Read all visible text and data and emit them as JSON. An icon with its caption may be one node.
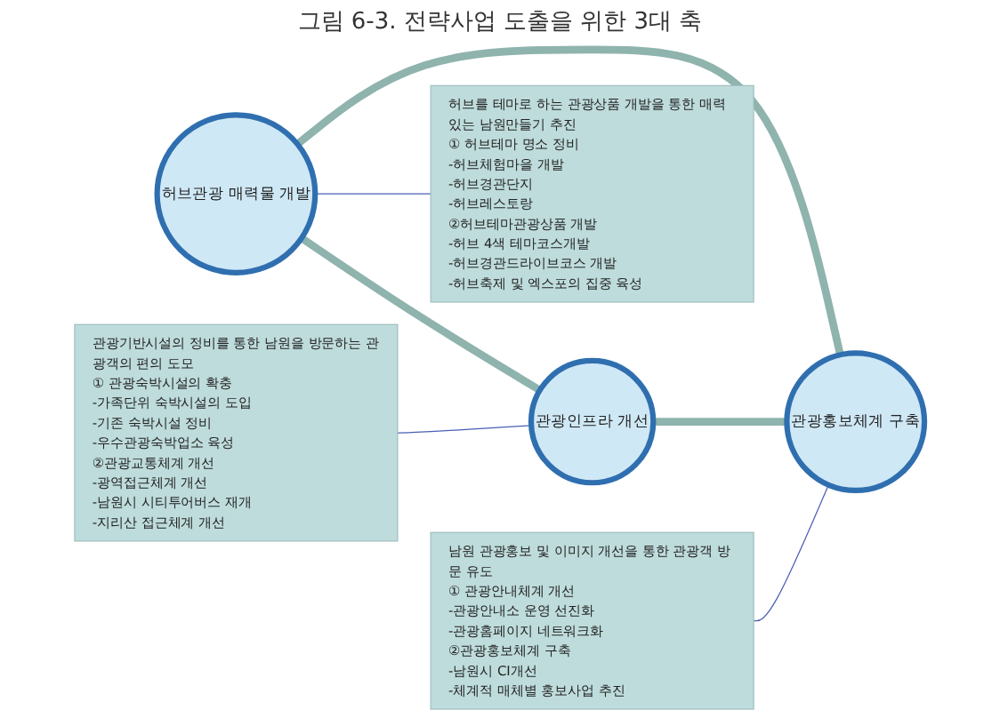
{
  "diagram": {
    "title": "그림 6-3. 전략사업 도출을 위한 3대 축",
    "nodes": [
      {
        "text": [
          "허브관광 매력물 개발"
        ]
      },
      {
        "text": [
          "관광인프라 개선"
        ]
      },
      {
        "text": [
          "관광홍보체계 구축"
        ]
      },
      {
        "text": [
          "허브를 테마로 하는 관광상품 개발을 통한 매력있는 남원만들기 추진",
          "① 허브테마 명소 정비",
          "-허브체험마을 개발",
          "-허브경관단지",
          "-허브레스토랑",
          "②허브테마관광상품 개발",
          "-허브 4색 테마코스개발",
          "-허브경관드라이브코스 개발",
          "-허브축제 및 엑스포의 집중 육성"
        ]
      },
      {
        "text": [
          "관광기반시설의 정비를 통한 남원을 방문하는 관광객의 편의 도모",
          "① 관광숙박시설의 확충",
          "-가족단위 숙박시설의 도입",
          "-기존 숙박시설 정비",
          "-우수관광숙박업소 육성",
          "②관광교통체계 개선",
          "-광역접근체계 개선",
          "-남원시 시티투어버스 재개",
          "-지리산 접근체계 개선"
        ]
      },
      {
        "text": [
          "남원 관광홍보 및 이미지 개선을 통한 관광객 방문 유도",
          "① 관광안내체계 개선",
          "-관광안내소 운영 선진화",
          "-관광홈페이지 네트워크화",
          "②관광홍보체계 구축",
          "-남원시 CI개선",
          "-체계적 매체별 홍보사업 추진"
        ]
      }
    ],
    "edges": [
      {
        "from": 0,
        "to": 1,
        "arrow": "none",
        "style": "thick",
        "color": "#8fb3ad"
      },
      {
        "from": 0,
        "to": 2,
        "arrow": "none",
        "style": "thick",
        "color": "#8fb3ad"
      },
      {
        "from": 1,
        "to": 2,
        "arrow": "none",
        "style": "thick",
        "color": "#8fb3ad"
      },
      {
        "from": 0,
        "to": 3,
        "arrow": "none"
      },
      {
        "from": 1,
        "to": 4,
        "arrow": "none"
      },
      {
        "from": 2,
        "to": 5,
        "arrow": "none"
      }
    ]
  }
}
